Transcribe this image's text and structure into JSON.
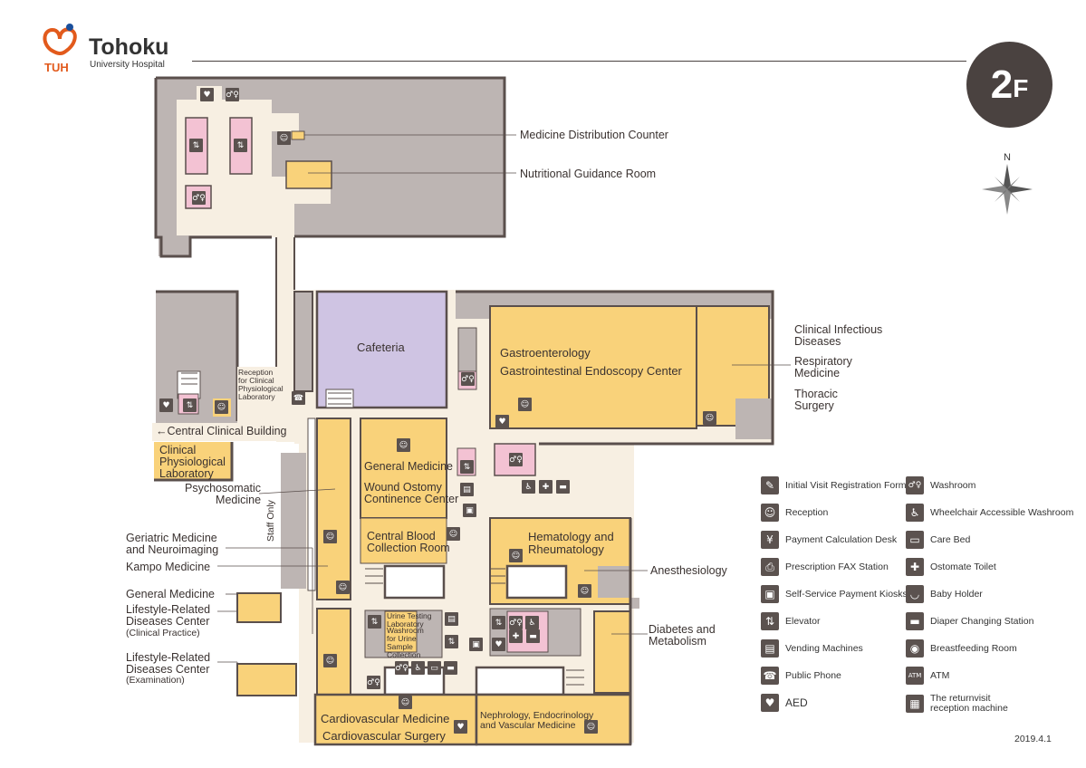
{
  "header": {
    "logo_name": "Tohoku",
    "logo_sub": "University Hospital",
    "logo_abbr": "TUH",
    "floor": "2",
    "floor_suffix": "F",
    "compass_north": "N"
  },
  "colors": {
    "room_yellow": "#f9d27a",
    "corridor": "#f7efe2",
    "wall": "#5a4f4c",
    "gray_block": "#bdb5b3",
    "cafeteria": "#cfc4e3",
    "washroom_pink": "#f3c2d3",
    "accent_orange": "#e25a1c",
    "accent_blue": "#1a4f9c"
  },
  "rooms": {
    "cafeteria": "Cafeteria",
    "gastro_1": "Gastroenterology",
    "gastro_2": "Gastrointestinal Endoscopy Center",
    "general_medicine": "General Medicine",
    "wound_ostomy": "Wound Ostomy\nContinence Center",
    "central_blood": "Central Blood\nCollection Room",
    "hematology": "Hematology and\nRheumatology",
    "cardio_medicine": "Cardiovascular Medicine",
    "cardio_surgery": "Cardiovascular Surgery",
    "nephrology": "Nephrology, Endocrinology\nand Vascular Medicine",
    "clinical_phys_lab": "Clinical\nPhysiological\nLaboratory",
    "urine_lab": "Urine Testing\nLaboratory",
    "urine_washroom": "Washroom\nfor Urine\nSample\nCollection",
    "reception_clinical": "Reception\nfor Clinical\nPhysiological\nLaboratory",
    "staff_only": "Staff Only",
    "central_clinical": "←Central Clinical Building"
  },
  "callouts": {
    "medicine_distribution": "Medicine Distribution Counter",
    "nutritional_guidance": "Nutritional Guidance Room",
    "clinical_infectious": "Clinical Infectious\nDiseases",
    "respiratory": "Respiratory\nMedicine",
    "thoracic": "Thoracic\nSurgery",
    "psychosomatic": "Psychosomatic\nMedicine",
    "geriatric": "Geriatric Medicine\nand Neuroimaging",
    "kampo": "Kampo Medicine",
    "general_medicine_left": "General Medicine",
    "lifestyle_clinical": "Lifestyle-Related\nDiseases Center",
    "lifestyle_clinical_sub": "(Clinical Practice)",
    "lifestyle_exam": "Lifestyle-Related\nDiseases Center",
    "lifestyle_exam_sub": "(Examination)",
    "anesthesiology": "Anesthesiology",
    "diabetes": "Diabetes and\nMetabolism"
  },
  "legend": [
    {
      "icon": "registration-form-icon",
      "glyph": "✎",
      "label": "Initial Visit Registration Form"
    },
    {
      "icon": "reception-icon",
      "glyph": "☺",
      "label": "Reception"
    },
    {
      "icon": "payment-desk-icon",
      "glyph": "¥",
      "label": "Payment Calculation Desk"
    },
    {
      "icon": "fax-icon",
      "glyph": "⎙",
      "label": "Prescription FAX Station"
    },
    {
      "icon": "payment-kiosk-icon",
      "glyph": "▣",
      "label": "Self-Service Payment Kiosks"
    },
    {
      "icon": "elevator-icon",
      "glyph": "⇅",
      "label": "Elevator"
    },
    {
      "icon": "vending-icon",
      "glyph": "▤",
      "label": "Vending Machines"
    },
    {
      "icon": "phone-icon",
      "glyph": "☎",
      "label": "Public Phone"
    },
    {
      "icon": "aed-icon",
      "glyph": "♥",
      "label": "AED"
    },
    {
      "icon": "washroom-icon",
      "glyph": "♂♀",
      "label": "Washroom"
    },
    {
      "icon": "wheelchair-icon",
      "glyph": "♿",
      "label": "Wheelchair Accessible Washroom"
    },
    {
      "icon": "care-bed-icon",
      "glyph": "▭",
      "label": "Care Bed"
    },
    {
      "icon": "ostomate-icon",
      "glyph": "✚",
      "label": "Ostomate Toilet"
    },
    {
      "icon": "baby-holder-icon",
      "glyph": "◡",
      "label": "Baby Holder"
    },
    {
      "icon": "diaper-icon",
      "glyph": "▬",
      "label": "Diaper Changing Station"
    },
    {
      "icon": "breastfeeding-icon",
      "glyph": "◉",
      "label": "Breastfeeding Room"
    },
    {
      "icon": "atm-icon",
      "glyph": "ATM",
      "label": "ATM"
    },
    {
      "icon": "revisit-machine-icon",
      "glyph": "▦",
      "label": "The returnvisit\nreception machine"
    }
  ],
  "date": "2019.4.1"
}
